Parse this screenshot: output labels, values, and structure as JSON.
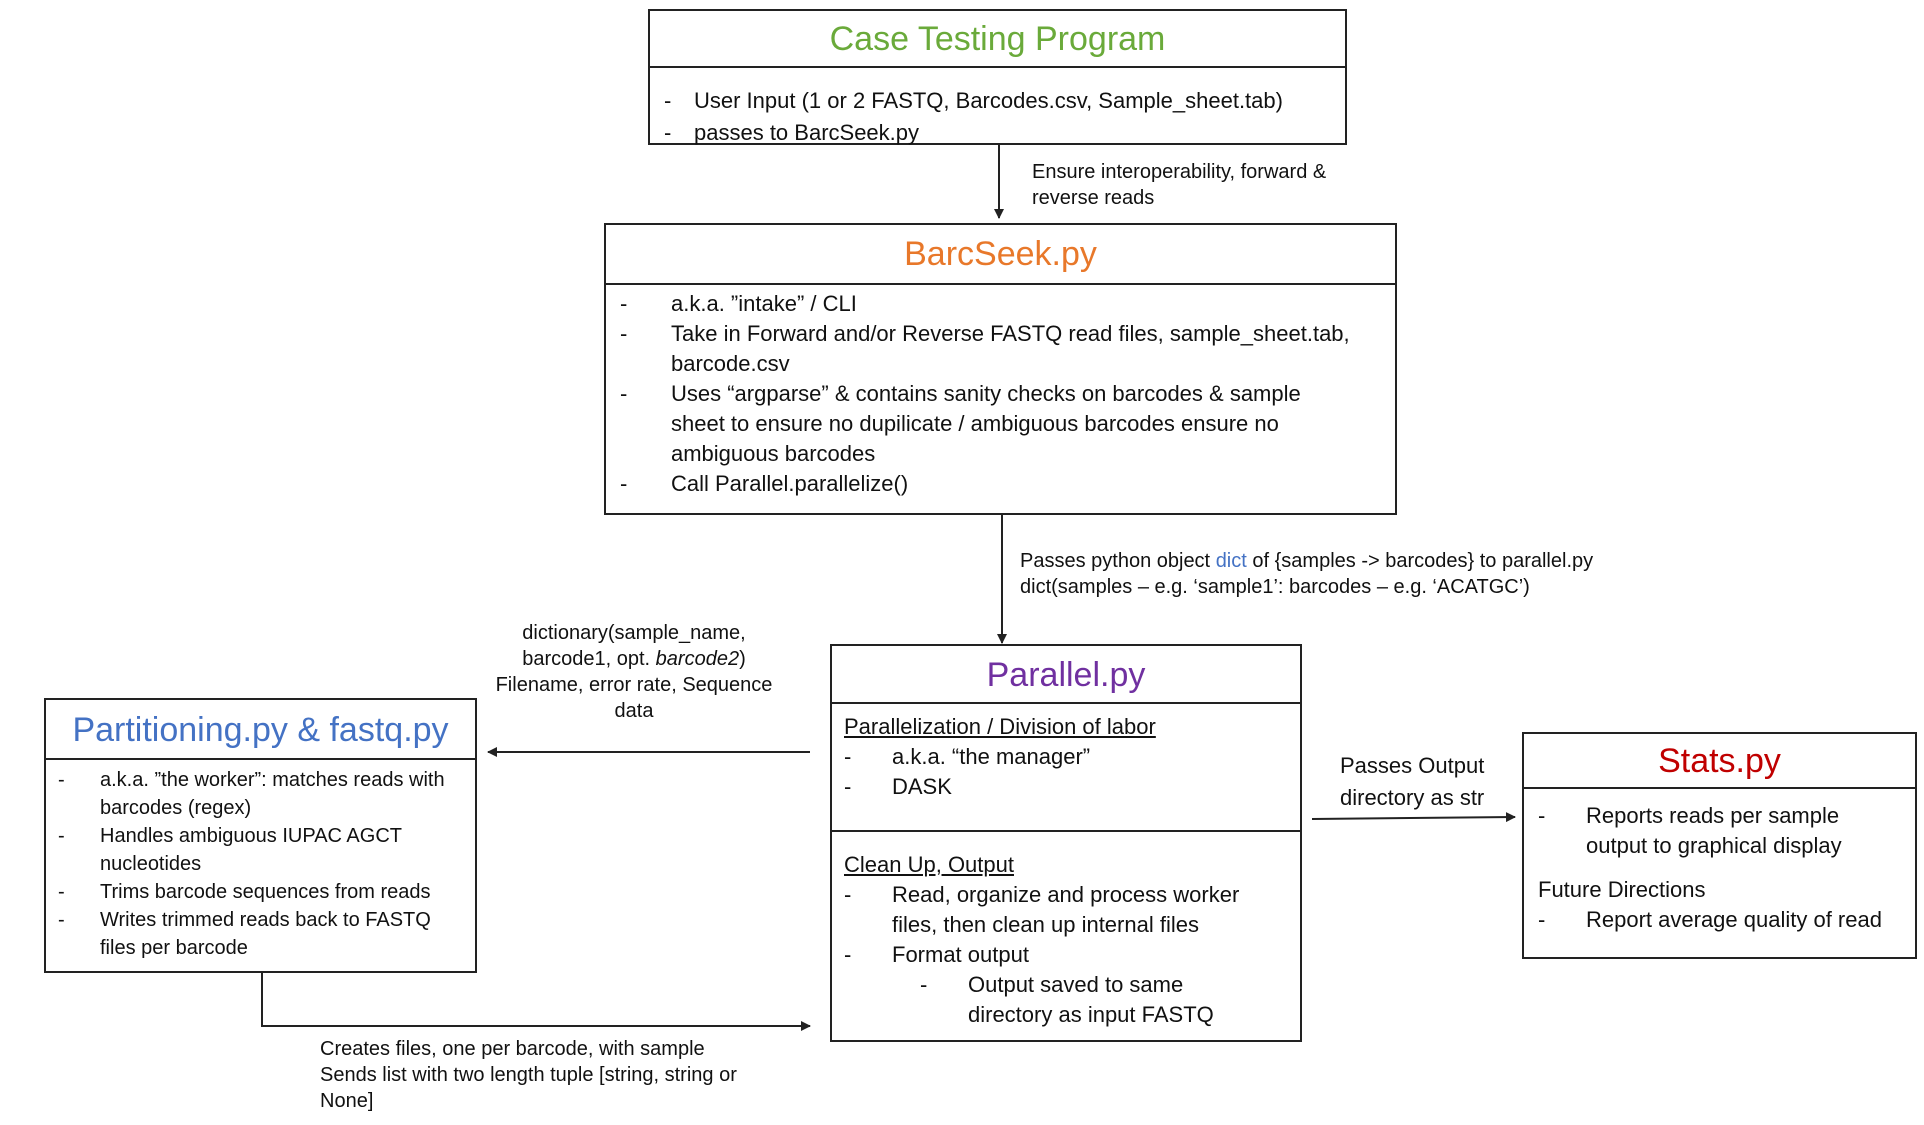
{
  "colors": {
    "case_title": "#6aaa3a",
    "barcseek_title": "#e8782a",
    "parallel_title": "#7030a0",
    "partition_title": "#4472c4",
    "stats_title": "#c00000",
    "dict_highlight": "#4472c4"
  },
  "case_testing": {
    "title": "Case Testing Program",
    "items": [
      "User Input (1 or 2 FASTQ, Barcodes.csv, Sample_sheet.tab)",
      "passes to BarcSeek.py"
    ]
  },
  "barcseek": {
    "title": "BarcSeek.py",
    "items": [
      "a.k.a. ”intake” / CLI",
      "Take in Forward and/or Reverse FASTQ read files, sample_sheet.tab, barcode.csv",
      "Uses “argparse” & contains sanity checks on barcodes & sample sheet to ensure no dupilicate / ambiguous barcodes ensure no ambiguous barcodes",
      "Call Parallel.parallelize()"
    ]
  },
  "parallel": {
    "title": "Parallel.py",
    "section1_head": "Parallelization / Division of labor",
    "section1_items": [
      "a.k.a. “the manager”",
      "DASK"
    ],
    "section2_head": "Clean Up, Output",
    "section2_items": [
      "Read, organize and process worker files, then clean up internal files",
      "Format output"
    ],
    "section2_subitem": "Output saved to same directory as input FASTQ"
  },
  "partitioning": {
    "title": "Partitioning.py & fastq.py",
    "items": [
      "a.k.a. ”the worker”: matches reads with barcodes (regex)",
      "Handles ambiguous IUPAC AGCT nucleotides",
      "Trims barcode sequences from reads",
      "Writes trimmed reads back to FASTQ files per barcode"
    ]
  },
  "stats": {
    "title": "Stats.py",
    "items": [
      "Reports reads per sample output to graphical display"
    ],
    "future_head": "Future Directions",
    "future_items": [
      "Report average quality of read"
    ]
  },
  "labels": {
    "case_to_barcseek": "Ensure interoperability, forward & reverse reads",
    "barcseek_to_parallel_1_pre": "Passes python object ",
    "barcseek_to_parallel_1_dict": "dict",
    "barcseek_to_parallel_1_post": " of {samples -> barcodes} to parallel.py",
    "barcseek_to_parallel_2": "dict(samples – e.g. ‘sample1’: barcodes – e.g. ‘ACATGC’)",
    "parallel_to_partition_1": "dictionary(sample_name,",
    "parallel_to_partition_2_pre": "barcode1, opt. ",
    "parallel_to_partition_2_em": "barcode2",
    "parallel_to_partition_2_post": ")",
    "parallel_to_partition_3": "Filename, error rate, Sequence data",
    "parallel_to_stats": "Passes Output directory as str",
    "partition_to_parallel_1": "Creates files, one per barcode, with sample",
    "partition_to_parallel_2": "Sends list with two length tuple [string, string or None]"
  }
}
